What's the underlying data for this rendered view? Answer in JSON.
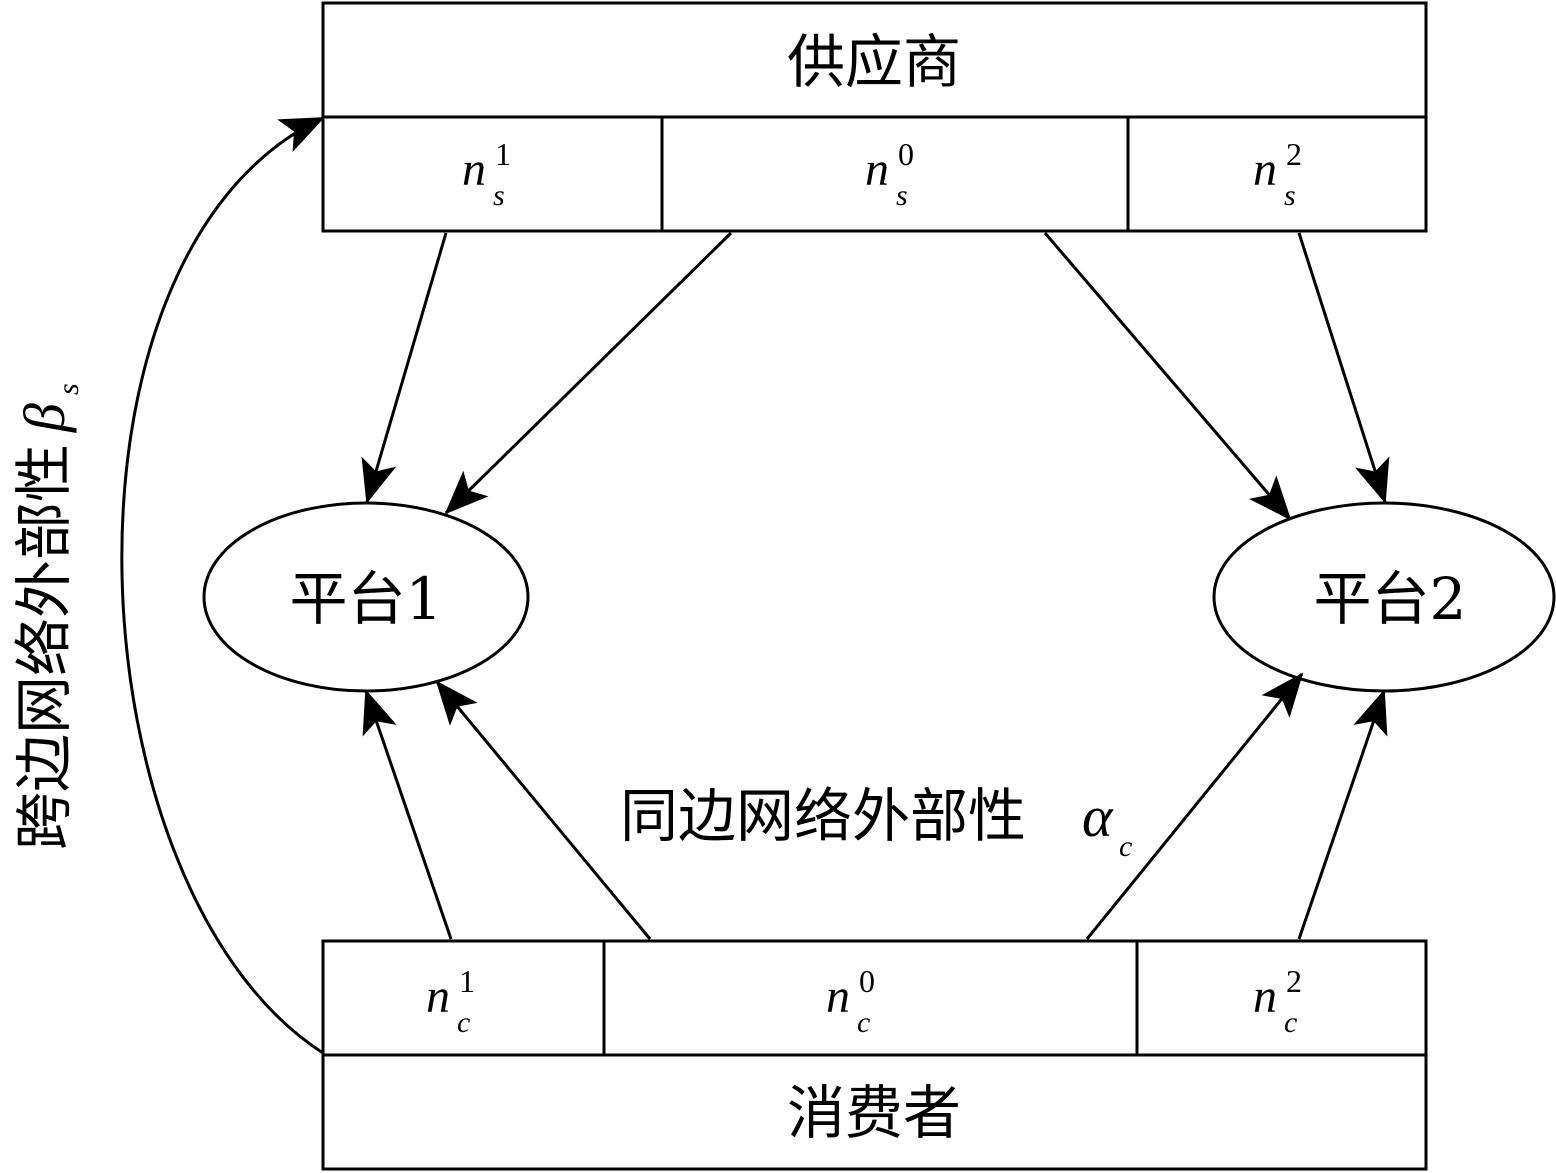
{
  "suppliers": {
    "title": "供应商",
    "cells": [
      {
        "base": "n",
        "sub": "s",
        "sup": "1"
      },
      {
        "base": "n",
        "sub": "s",
        "sup": "0"
      },
      {
        "base": "n",
        "sub": "s",
        "sup": "2"
      }
    ]
  },
  "consumers": {
    "title": "消费者",
    "cells": [
      {
        "base": "n",
        "sub": "c",
        "sup": "1"
      },
      {
        "base": "n",
        "sub": "c",
        "sup": "0"
      },
      {
        "base": "n",
        "sub": "c",
        "sup": "2"
      }
    ]
  },
  "platforms": {
    "p1": "平台1",
    "p2": "平台2"
  },
  "labels": {
    "same_side_text": "同边网络外部性",
    "same_side_symbol": "α",
    "same_side_sub": "c",
    "cross_side_text": "跨边网络外部性",
    "cross_side_symbol": "β",
    "cross_side_sub": "s"
  }
}
